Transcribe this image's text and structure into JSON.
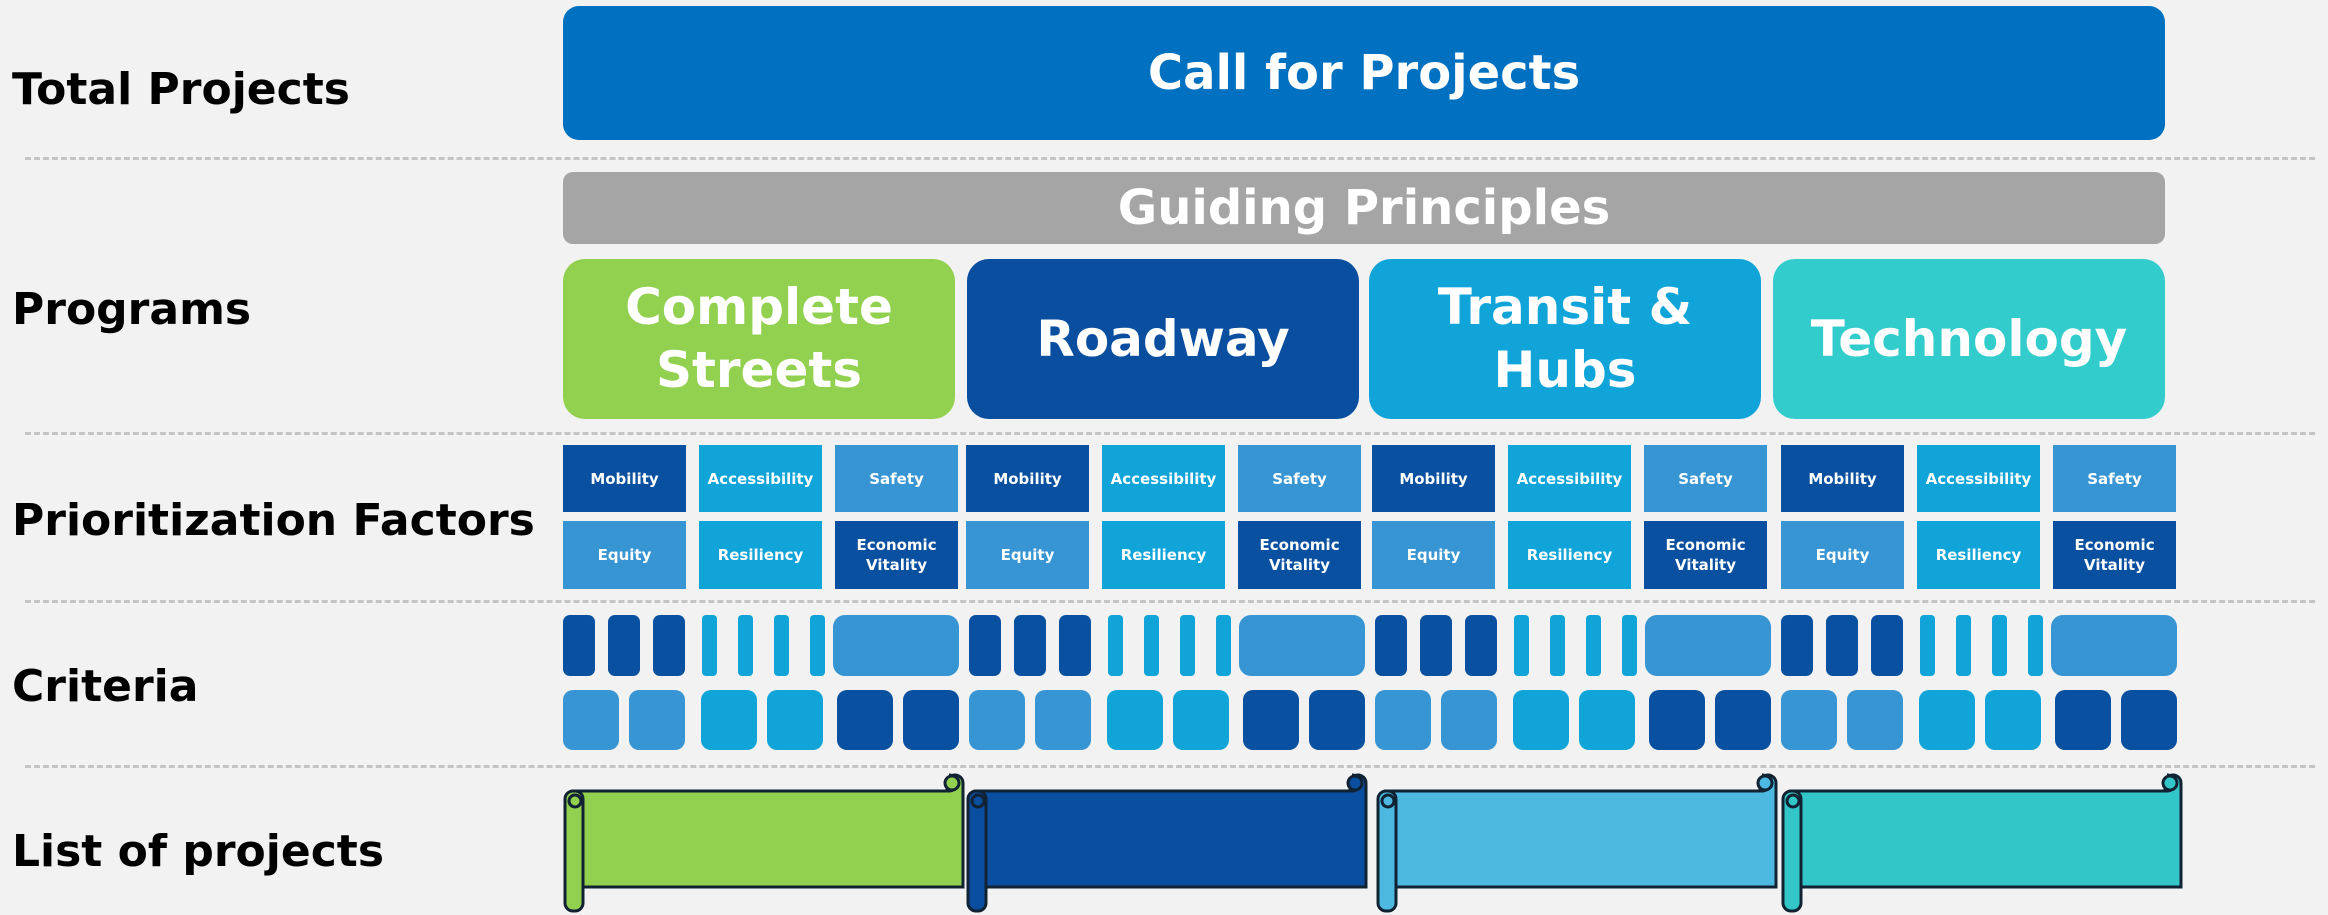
{
  "labels": {
    "total_projects": "Total Projects",
    "programs": "Programs",
    "prioritization_factors": "Prioritization Factors",
    "criteria": "Criteria",
    "list_of_projects": "List of projects"
  },
  "header": {
    "call_for_projects": "Call for Projects",
    "guiding_principles": "Guiding Principles"
  },
  "colors": {
    "call": "#0070c0",
    "guiding": "#a5a5a5",
    "light_blue": "#3895d3",
    "cyan": "#10a4d9",
    "dark_blue": "#0a50a0",
    "mid_blue": "#3ba6de"
  },
  "programs": [
    {
      "name": "Complete Streets",
      "line1": "Complete",
      "line2": "Streets",
      "color": "#92d050"
    },
    {
      "name": "Roadway",
      "line1": "Roadway",
      "line2": "",
      "color": "#0a4ea0"
    },
    {
      "name": "Transit & Hubs",
      "line1": "Transit & Hubs",
      "line2": "",
      "color": "#10a4d9"
    },
    {
      "name": "Technology",
      "line1": "Technology",
      "line2": "",
      "color": "#33cccc"
    }
  ],
  "factors": {
    "row1": [
      "Mobility",
      "Accessibility",
      "Safety"
    ],
    "row2": [
      "Equity",
      "Resiliency",
      "Economic Vitality"
    ]
  },
  "scroll_colors": [
    "#92d050",
    "#0a4ea0",
    "#4db8e0",
    "#33c6c8"
  ]
}
